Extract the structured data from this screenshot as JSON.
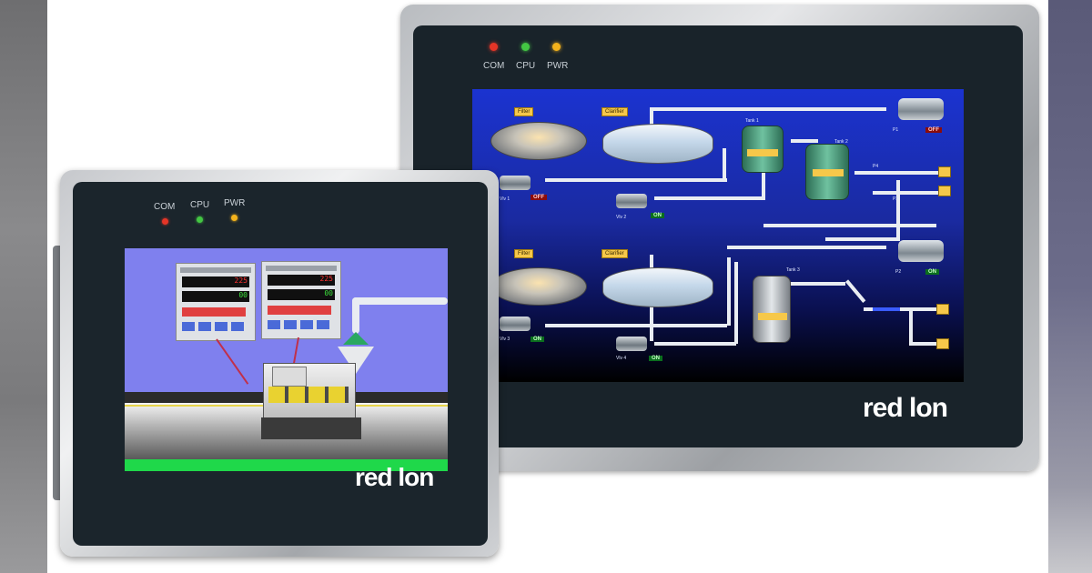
{
  "brand": {
    "logo_text_a": "red l",
    "logo_text_b": "on",
    "accent_color": "#e02020"
  },
  "large_panel": {
    "leds": [
      {
        "label": "COM",
        "color": "#e53527"
      },
      {
        "label": "CPU",
        "color": "#43c643"
      },
      {
        "label": "PWR",
        "color": "#f3b21c"
      }
    ],
    "hmi": {
      "states": {
        "off": "OFF",
        "on": "ON"
      },
      "tags": [
        "Filter",
        "Clarifier",
        "Filter",
        "Clarifier"
      ],
      "small_labels": [
        "Vlv 1",
        "Vlv 2",
        "Vlv 3",
        "Vlv 4",
        "Tank 1",
        "Tank 2",
        "Tank 3",
        "P1",
        "P2",
        "P3",
        "P4"
      ]
    }
  },
  "small_panel": {
    "leds": [
      {
        "label": "COM",
        "color": "#e53527"
      },
      {
        "label": "CPU",
        "color": "#43c643"
      },
      {
        "label": "PWR",
        "color": "#f3b21c"
      }
    ],
    "hmi": {
      "readout_1a": "225",
      "readout_1b": "00",
      "readout_2a": "225",
      "readout_2b": "00"
    }
  }
}
